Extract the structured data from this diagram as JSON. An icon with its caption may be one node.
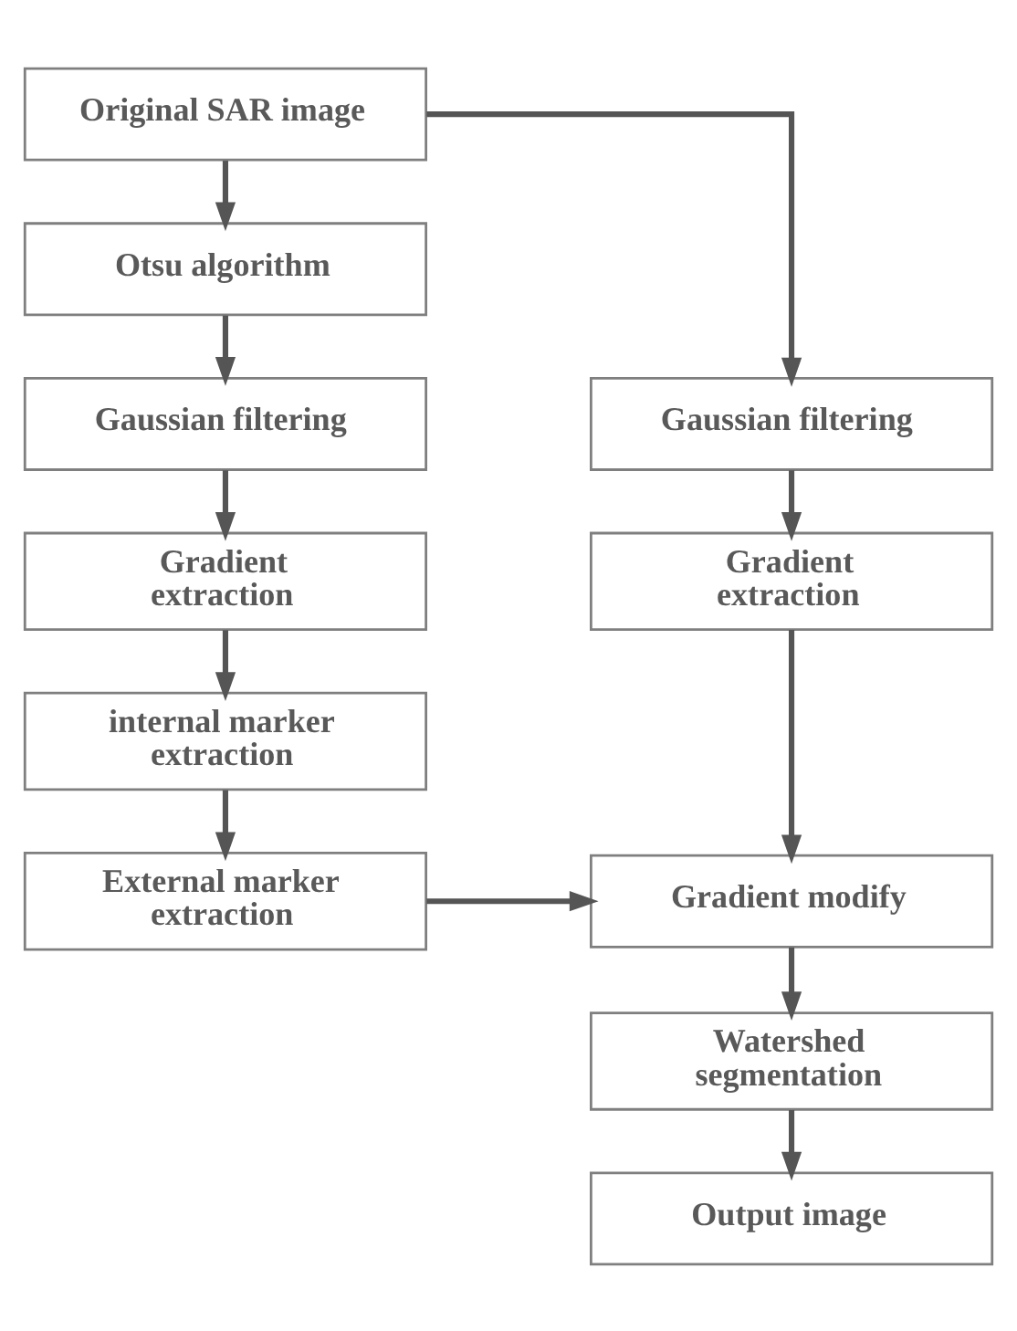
{
  "diagram": {
    "nodes": [
      {
        "text": [
          "Original SAR image"
        ]
      },
      {
        "text": [
          "Otsu algorithm"
        ]
      },
      {
        "text": [
          "Gaussian filtering"
        ]
      },
      {
        "text": [
          "Gradient extraction"
        ]
      },
      {
        "text": [
          "internal marker extraction"
        ]
      },
      {
        "text": [
          "External marker extraction"
        ]
      },
      {
        "text": [
          "Gaussian filtering"
        ]
      },
      {
        "text": [
          "Gradient extraction"
        ]
      },
      {
        "text": [
          "Gradient modify"
        ]
      },
      {
        "text": [
          "Watershed segmentation"
        ]
      },
      {
        "text": [
          "Output image"
        ]
      }
    ],
    "edges": [
      {
        "from": 0,
        "to": 1,
        "arrow": "to"
      },
      {
        "from": 1,
        "to": 2,
        "arrow": "to"
      },
      {
        "from": 2,
        "to": 3,
        "arrow": "to"
      },
      {
        "from": 3,
        "to": 4,
        "arrow": "to"
      },
      {
        "from": 4,
        "to": 5,
        "arrow": "to"
      },
      {
        "from": 0,
        "to": 6,
        "arrow": "to"
      },
      {
        "from": 6,
        "to": 7,
        "arrow": "to"
      },
      {
        "from": 7,
        "to": 8,
        "arrow": "to"
      },
      {
        "from": 5,
        "to": 8,
        "arrow": "to"
      },
      {
        "from": 8,
        "to": 9,
        "arrow": "to"
      },
      {
        "from": 9,
        "to": 10,
        "arrow": "to"
      }
    ]
  }
}
